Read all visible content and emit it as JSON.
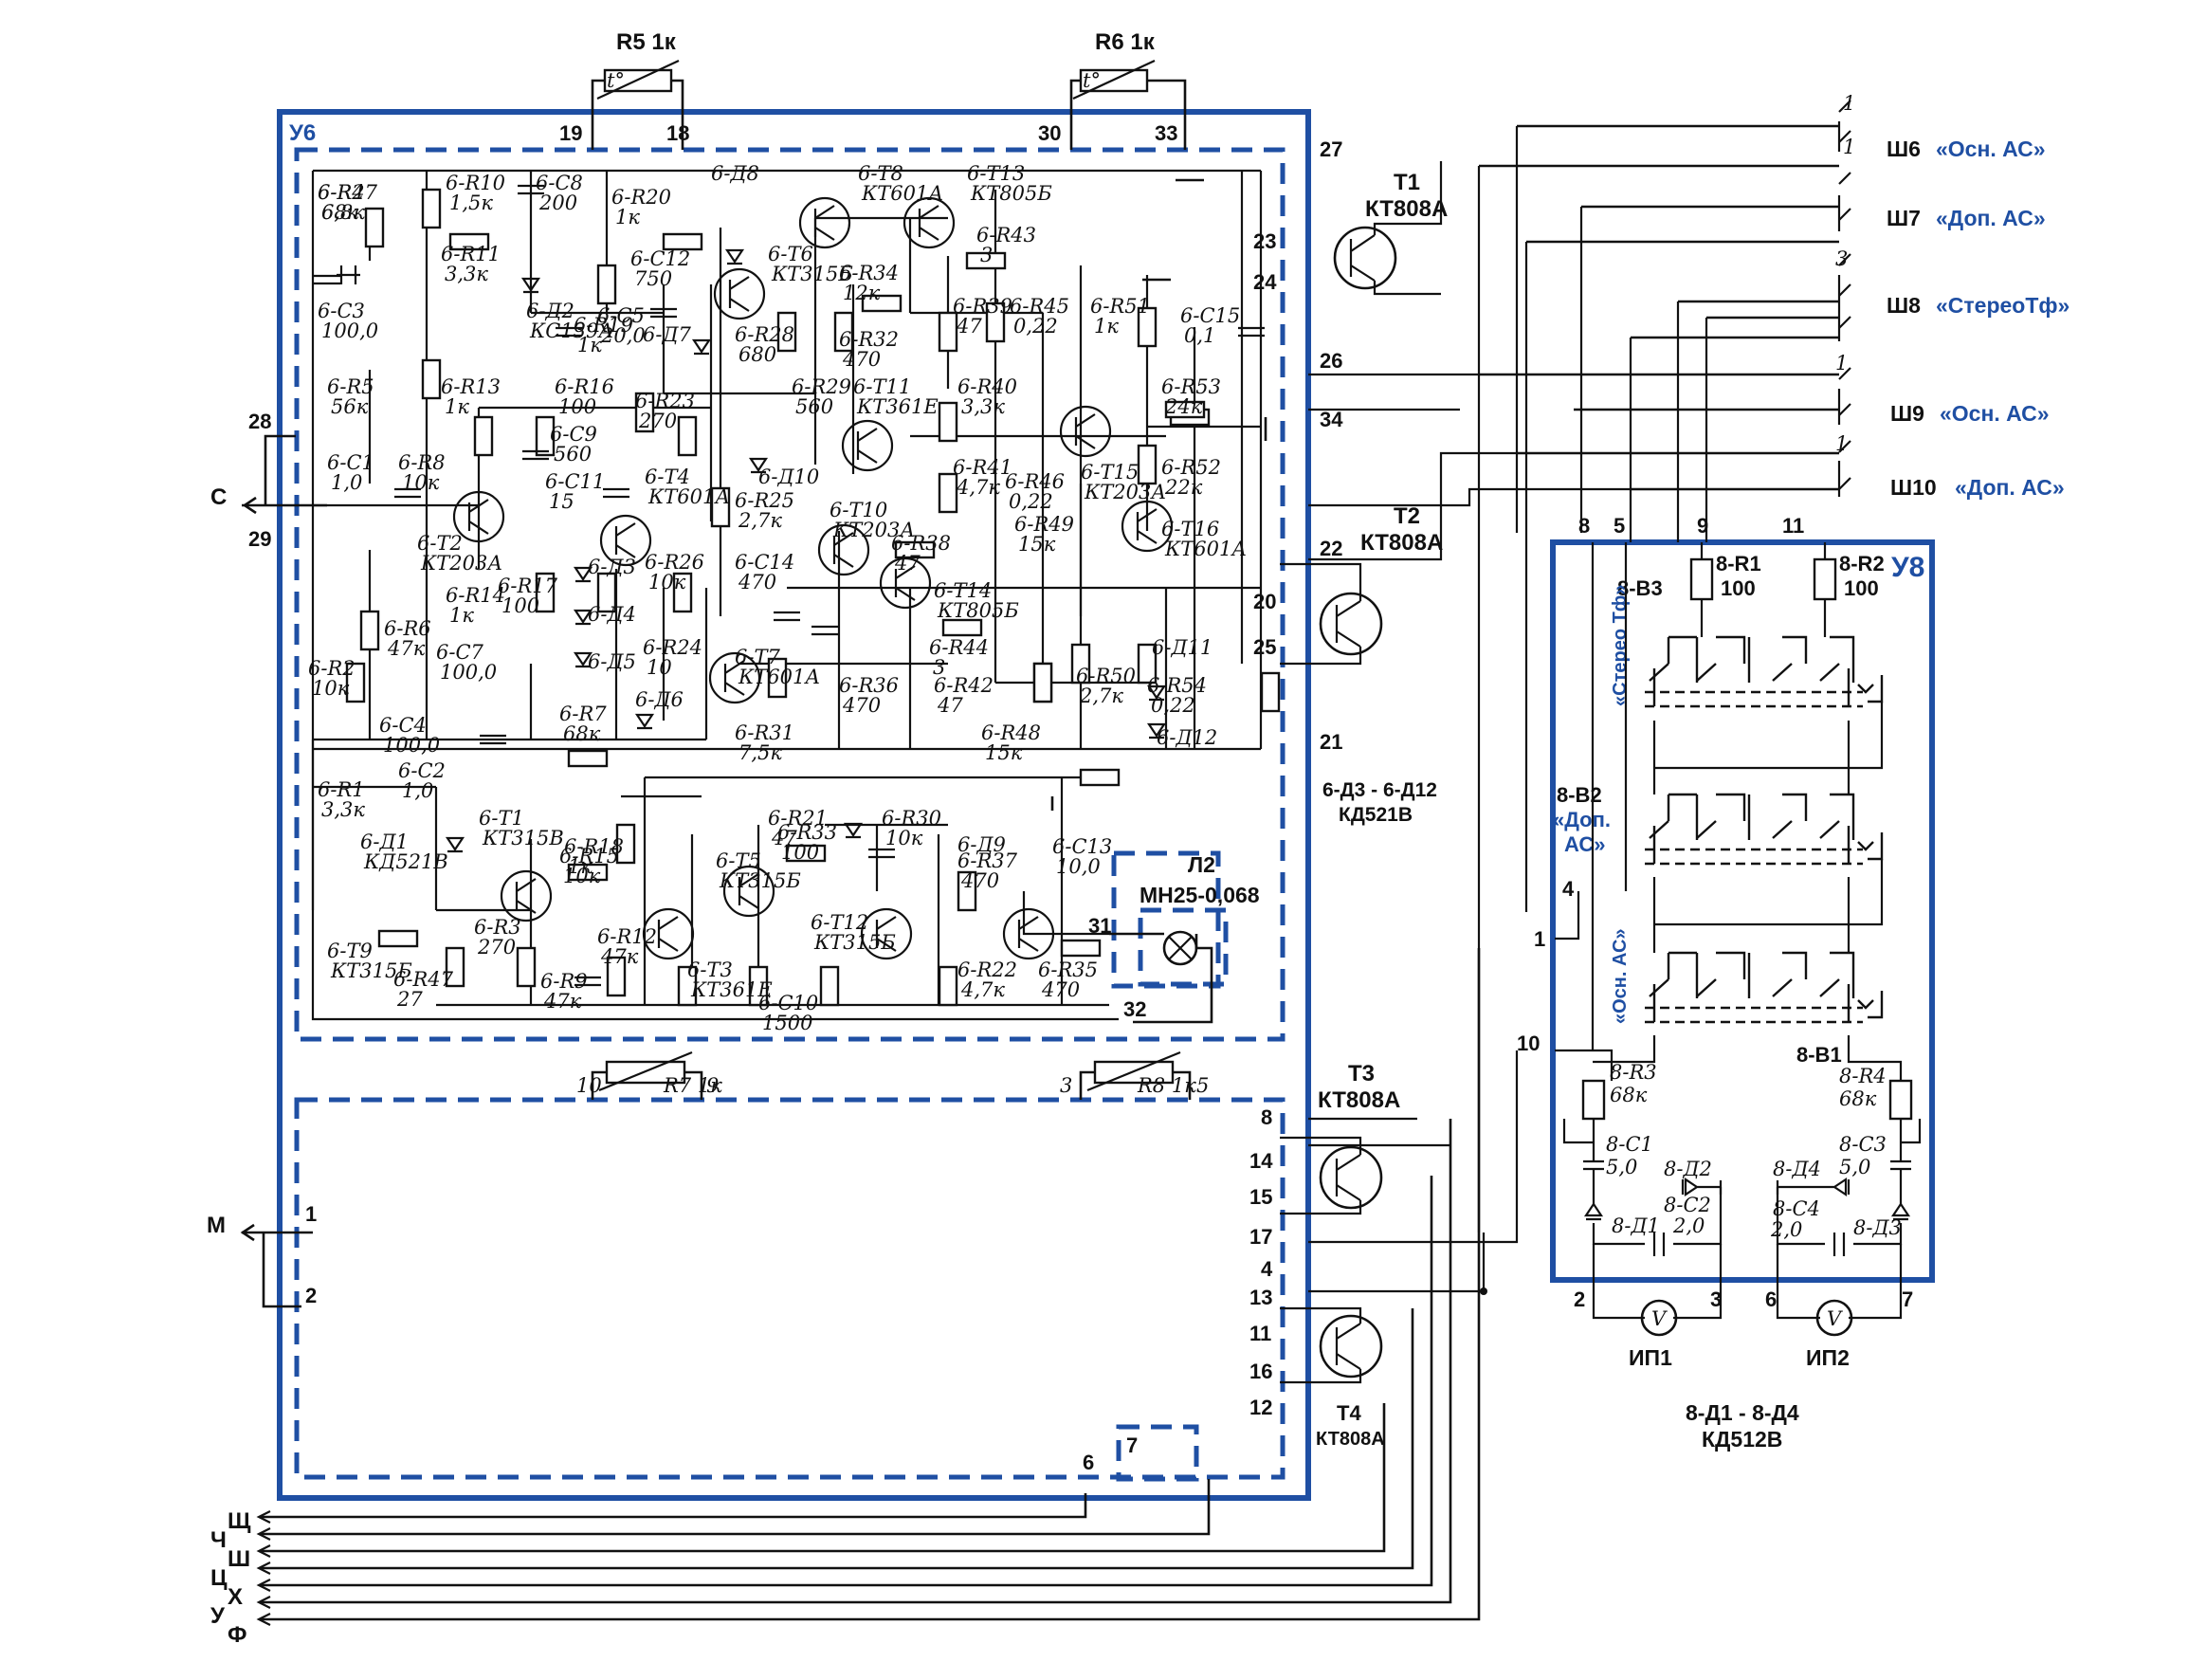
{
  "blocks": {
    "u6": "У6",
    "u8": "У8"
  },
  "external": {
    "r5": "R5 1к",
    "r6": "R6 1к",
    "r7": "R7 1к",
    "r8": "R8 1к",
    "t1": [
      "T1",
      "КТ808А"
    ],
    "t2": [
      "T2",
      "КТ808А"
    ],
    "t3": [
      "T3",
      "КТ808А"
    ],
    "t4": [
      "T4",
      "КТ808А"
    ],
    "l2": [
      "Л2",
      "МН25-0,068"
    ],
    "diode_note": [
      "6-Д3 - 6-Д12",
      "КД521В"
    ],
    "u8_diode_note": [
      "8-Д1 - 8-Д4",
      "КД512В"
    ],
    "meters": [
      "ИП1",
      "ИП2"
    ]
  },
  "connectors": [
    {
      "ref": "Ш6",
      "name": "«Осн. АС»"
    },
    {
      "ref": "Ш7",
      "name": "«Доп. АС»"
    },
    {
      "ref": "Ш8",
      "name": "«СтереоТф»"
    },
    {
      "ref": "Ш9",
      "name": "«Осн. АС»"
    },
    {
      "ref": "Ш10",
      "name": "«Доп. АС»"
    }
  ],
  "inputs": [
    "С",
    "М"
  ],
  "bus_labels": [
    "Щ",
    "Ч",
    "Ш",
    "Ц",
    "Х",
    "У",
    "Ф"
  ],
  "pins": {
    "top": [
      "19",
      "18",
      "30",
      "33",
      "27"
    ],
    "right": [
      "23",
      "24",
      "26",
      "34",
      "22",
      "20",
      "25",
      "21",
      "31",
      "32"
    ],
    "left": [
      "28",
      "29",
      "1",
      "2"
    ],
    "lower": [
      "8",
      "14",
      "15",
      "17",
      "4",
      "13",
      "11",
      "16",
      "12",
      "6",
      "7",
      "10",
      "9",
      "3",
      "5"
    ],
    "u8": [
      "8",
      "5",
      "9",
      "11",
      "4",
      "1",
      "10",
      "2",
      "3",
      "6",
      "7"
    ]
  },
  "u8_parts": {
    "r1": [
      "8-R1",
      "100"
    ],
    "r2": [
      "8-R2",
      "100"
    ],
    "b3": "8-В3",
    "b3_name": "«Стерео Тф»",
    "b2": [
      "8-В2",
      "«Доп.",
      "АС»"
    ],
    "b1": "8-В1",
    "b1_name": "«Осн. АС»",
    "r3": [
      "8-R3",
      "68к"
    ],
    "r4": [
      "8-R4",
      "68к"
    ],
    "c1": [
      "8-С1",
      "5,0"
    ],
    "c2": [
      "8-С2",
      "2,0"
    ],
    "c3": [
      "8-С3",
      "5,0"
    ],
    "c4": [
      "8-С4",
      "2,0"
    ],
    "d1": "8-Д1",
    "d2": "8-Д2",
    "d3": "8-Д3",
    "d4": "8-Д4"
  },
  "u6_parts": [
    [
      "6-R4",
      "68к"
    ],
    [
      "6-С3",
      "100,0"
    ],
    [
      "6-R5",
      "56к"
    ],
    [
      "6-С1",
      "1,0"
    ],
    [
      "6-R8",
      "10к"
    ],
    [
      "6-R10",
      "1,5к"
    ],
    [
      "6-С8",
      "200"
    ],
    [
      "6-R11",
      "3,3к"
    ],
    [
      "6-Д2",
      "КС139А"
    ],
    [
      "6-С5",
      "20,0"
    ],
    [
      "6-R20",
      "1к"
    ],
    [
      "6-С12",
      "750"
    ],
    [
      "6-R19",
      "1к"
    ],
    [
      "6-Д7",
      ""
    ],
    [
      "6-Д8",
      ""
    ],
    [
      "6-Т6",
      "КТ315Б"
    ],
    [
      "6-Т8",
      "КТ601А"
    ],
    [
      "6-Т13",
      "КТ805Б"
    ],
    [
      "6-R43",
      "3"
    ],
    [
      "6-R34",
      "12к"
    ],
    [
      "6-R28",
      "680"
    ],
    [
      "6-R32",
      "470"
    ],
    [
      "6-R39",
      "47"
    ],
    [
      "6-R45",
      "0,22"
    ],
    [
      "6-R51",
      "1к"
    ],
    [
      "6-С15",
      "0,1"
    ],
    [
      "6-R13",
      "1к"
    ],
    [
      "6-R16",
      "100"
    ],
    [
      "6-R23",
      "270"
    ],
    [
      "6-R29",
      "560"
    ],
    [
      "6-Т11",
      "КТ361Е"
    ],
    [
      "6-R40",
      "3,3к"
    ],
    [
      "6-R53",
      "24к"
    ],
    [
      "6-С9",
      "560"
    ],
    [
      "6-С11",
      "15"
    ],
    [
      "6-Т4",
      "КТ601А"
    ],
    [
      "6-Д10",
      ""
    ],
    [
      "6-Т10",
      "КТ203А"
    ],
    [
      "6-R41",
      "4,7к"
    ],
    [
      "6-R46",
      "0,22"
    ],
    [
      "6-Т15",
      "КТ203А"
    ],
    [
      "6-R52",
      "22к"
    ],
    [
      "6-Т2",
      "КТ203А"
    ],
    [
      "6-R17",
      "100"
    ],
    [
      "6-R26",
      "10к"
    ],
    [
      "6-R25",
      "2,7к"
    ],
    [
      "6-R38",
      "47"
    ],
    [
      "6-R49",
      "15к"
    ],
    [
      "6-Т16",
      "КТ601А"
    ],
    [
      "6-R14",
      "1к"
    ],
    [
      "6-Д3",
      ""
    ],
    [
      "6-Д4",
      ""
    ],
    [
      "6-С14",
      "470"
    ],
    [
      "6-Т14",
      "КТ805Б"
    ],
    [
      "6-R6",
      "47к"
    ],
    [
      "6-С7",
      "100,0"
    ],
    [
      "6-Д5",
      ""
    ],
    [
      "6-R24",
      "10"
    ],
    [
      "6-R44",
      "3"
    ],
    [
      "6-Д11",
      ""
    ],
    [
      "6-R2",
      "10к"
    ],
    [
      "6-Т7",
      "КТ601А"
    ],
    [
      "6-R36",
      "470"
    ],
    [
      "6-R42",
      "47"
    ],
    [
      "6-R50",
      "2,7к"
    ],
    [
      "6-R54",
      "0,22"
    ],
    [
      "6-С4",
      "100,0"
    ],
    [
      "6-R7",
      "68к"
    ],
    [
      "6-Д6",
      ""
    ],
    [
      "6-R31",
      "7,5к"
    ],
    [
      "6-R48",
      "15к"
    ],
    [
      "6-Д12",
      ""
    ],
    [
      "6-R1",
      "3,3к"
    ],
    [
      "6-С2",
      "1,0"
    ],
    [
      "6-R33",
      "100"
    ],
    [
      "6-Т1",
      "КТ315В"
    ],
    [
      "6-R18",
      "1к"
    ],
    [
      "6-R21",
      "47"
    ],
    [
      "6-R30",
      "10к"
    ],
    [
      "6-Д9",
      ""
    ],
    [
      "6-Д1",
      "КД521В"
    ],
    [
      "6-R15",
      "10к"
    ],
    [
      "6-Т5",
      "КТ315Б"
    ],
    [
      "6-С13",
      "10,0"
    ],
    [
      "6-R37",
      "470"
    ],
    [
      "6-Т12",
      "КТ315Б"
    ],
    [
      "6-Т9",
      "КТ315Б"
    ],
    [
      "6-R3",
      "270"
    ],
    [
      "6-R12",
      "47к"
    ],
    [
      "6-Т3",
      "КТ361Е"
    ],
    [
      "6-R22",
      "4,7к"
    ],
    [
      "6-R35",
      "470"
    ],
    [
      "6-R47",
      "27"
    ],
    [
      "6-R9",
      "47к"
    ],
    [
      "6-С10",
      "1500"
    ],
    [
      "6-R27",
      "6,8к"
    ]
  ],
  "colors": {
    "block_outline": "#1f4fa3",
    "wire": "#111111"
  }
}
